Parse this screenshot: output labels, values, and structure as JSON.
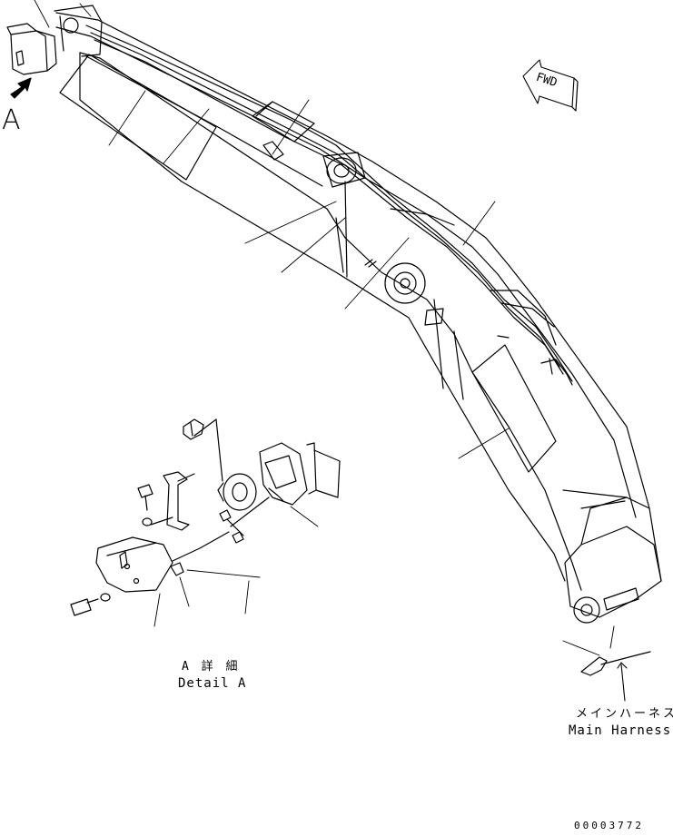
{
  "view_arrow_label": "A",
  "fwd_label": "FWD",
  "detail": {
    "label_jp": "A 詳 細",
    "label_en": "Detail A"
  },
  "harness": {
    "label_jp": "メインハーネス",
    "label_en": "Main Harness"
  },
  "drawing_number": "00003772",
  "colors": {
    "line": "#000000",
    "background": "#ffffff"
  }
}
